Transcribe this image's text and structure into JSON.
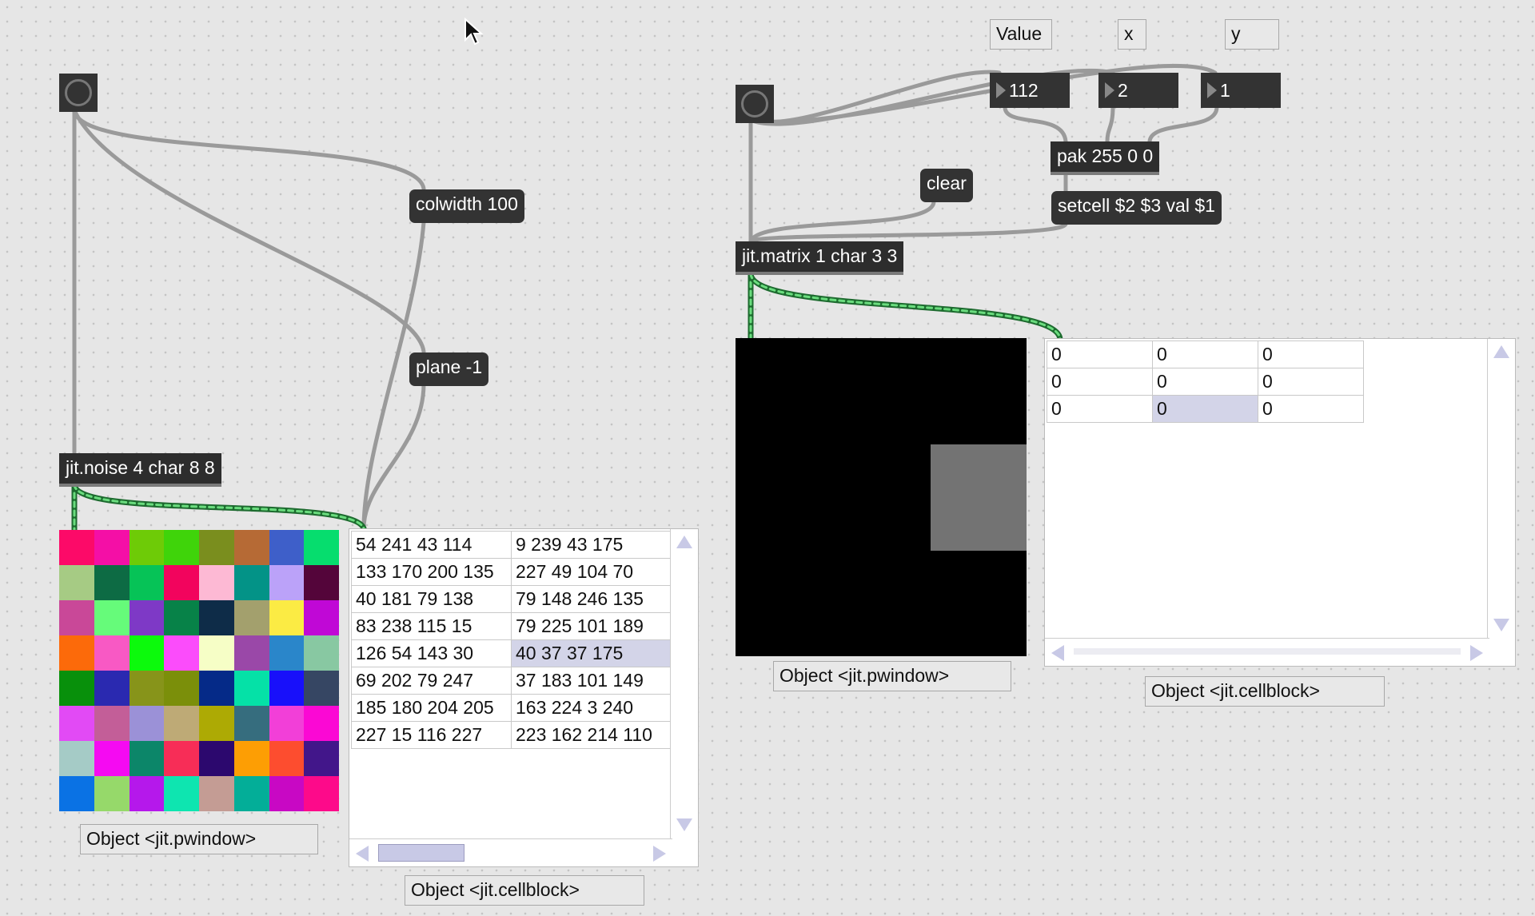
{
  "left_patch": {
    "noise_object": "jit.noise 4 char 8 8",
    "colwidth_message": "colwidth 100",
    "plane_message": "plane -1",
    "pwindow_label": "Object <jit.pwindow>",
    "cellblock_label": "Object <jit.cellblock>",
    "pwindow_colors": [
      "#fc0a68",
      "#f40fa6",
      "#6ecb07",
      "#3fd40a",
      "#7a8e1e",
      "#b66a35",
      "#3e5fc9",
      "#06dd6e",
      "#a6cb84",
      "#0d6b44",
      "#06c357",
      "#f2045d",
      "#fdb9d4",
      "#039387",
      "#bba2f9",
      "#54053a",
      "#c94898",
      "#66fb7a",
      "#7e39c6",
      "#078248",
      "#0e2c48",
      "#a3a06d",
      "#fbeb44",
      "#c008d6",
      "#fc6a0a",
      "#f859c4",
      "#0cfa0c",
      "#fb4cfb",
      "#f6fec6",
      "#9a48a8",
      "#2a86ca",
      "#88c8a2",
      "#08900b",
      "#2a29b0",
      "#87941a",
      "#7b8f0a",
      "#052a88",
      "#05e1a7",
      "#1810fa",
      "#364663",
      "#e24af5",
      "#c35e98",
      "#9b91d7",
      "#beaa76",
      "#adaa04",
      "#366d7e",
      "#f23fd8",
      "#fb08d4",
      "#a5cbc6",
      "#f50af2",
      "#0c8669",
      "#f72d57",
      "#2c086e",
      "#fd9e04",
      "#fd4d2f",
      "#42168a",
      "#0a72e4",
      "#96d96a",
      "#b518eb",
      "#0ee5b0",
      "#c49c94",
      "#03ae98",
      "#c808c4",
      "#fd0a8a"
    ],
    "cellblock_rows": [
      [
        "54 241 43 114",
        "9 239 43 175"
      ],
      [
        "133 170 200 135",
        "227 49 104 70"
      ],
      [
        "40 181 79 138",
        "79 148 246 135"
      ],
      [
        "83 238 115 15",
        "79 225 101 189"
      ],
      [
        "126 54 143 30",
        "40 37 37 175"
      ],
      [
        "69 202 79 247",
        "37 183 101 149"
      ],
      [
        "185 180 204 205",
        "163 224 3 240"
      ],
      [
        "227 15 116 227",
        "223 162 214 110"
      ]
    ],
    "selected_cell": {
      "row": 4,
      "col": 1
    }
  },
  "right_patch": {
    "value_label": "Value",
    "x_label": "x",
    "y_label": "y",
    "number_value": "112",
    "number_x": "2",
    "number_y": "1",
    "pak_object": "pak 255 0 0",
    "setcell_message": "setcell $2 $3 val $1",
    "clear_message": "clear",
    "matrix_object": "jit.matrix 1 char 3 3",
    "pwindow_label": "Object <jit.pwindow>",
    "cellblock_label": "Object <jit.cellblock>",
    "cellblock_rows": [
      [
        "0",
        "0",
        "0"
      ],
      [
        "0",
        "0",
        "0"
      ],
      [
        "0",
        "0",
        "0"
      ]
    ],
    "selected_cell": {
      "row": 2,
      "col": 1
    }
  },
  "colors": {
    "canvas": "#e6e6e6",
    "object_box": "#2d2d2d",
    "matrix_cord_green": "#2bb24c",
    "cell_selection": "#d3d4e8",
    "pwindow_cell_gray": "#737373"
  }
}
